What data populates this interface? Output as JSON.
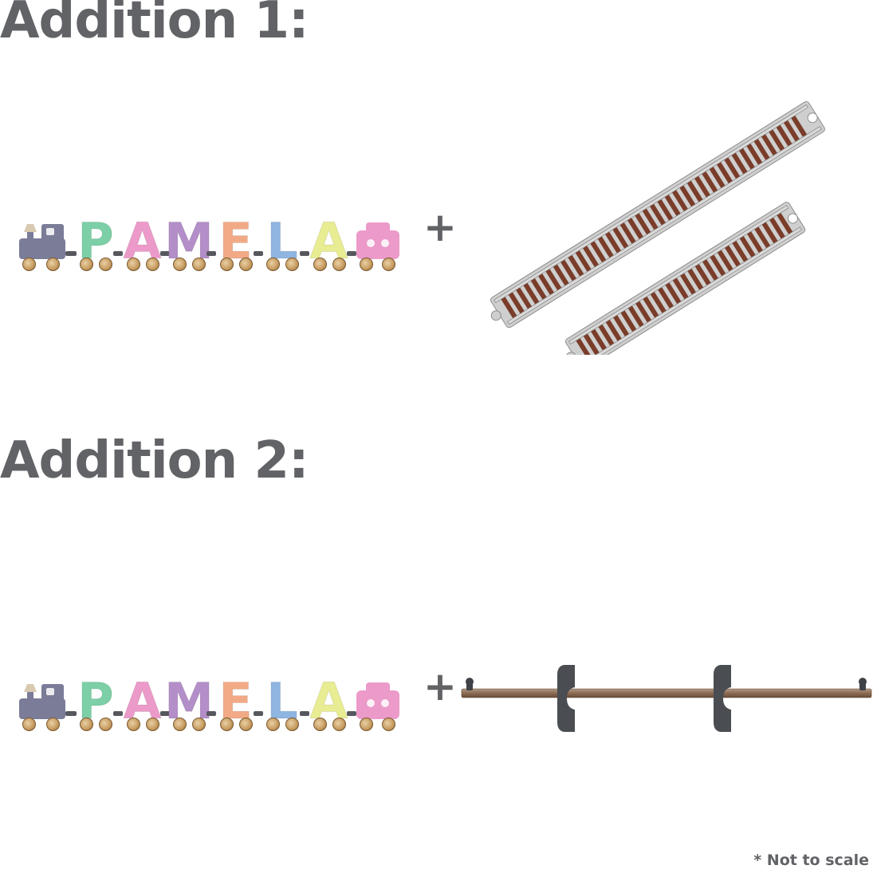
{
  "addition1": {
    "heading": "Addition 1:",
    "plus": "+",
    "train_letters": [
      "P",
      "A",
      "M",
      "E",
      "L",
      "A"
    ],
    "train_letter_colors": [
      "#7ccfa6",
      "#ec9ac9",
      "#b38ec8",
      "#f2aa86",
      "#8fb5e1",
      "#e8ec92"
    ],
    "item_icon": "straight-track-pieces-icon"
  },
  "addition2": {
    "heading": "Addition 2:",
    "plus": "+",
    "train_letters": [
      "P",
      "A",
      "M",
      "E",
      "L",
      "A"
    ],
    "train_letter_colors": [
      "#7ccfa6",
      "#ec9ac9",
      "#b38ec8",
      "#f2aa86",
      "#8fb5e1",
      "#e8ec92"
    ],
    "item_icon": "wall-shelf-with-brackets-icon"
  },
  "colors": {
    "text": "#626366",
    "engine": "#7b7c98",
    "caboose": "#ec9ac9",
    "wheel": "#c69a5e",
    "rail": "#cfcfcf",
    "tie": "#7a3d2a",
    "shelf": "#8a6a52",
    "bracket": "#4a4d52"
  },
  "footnote": "* Not to scale"
}
